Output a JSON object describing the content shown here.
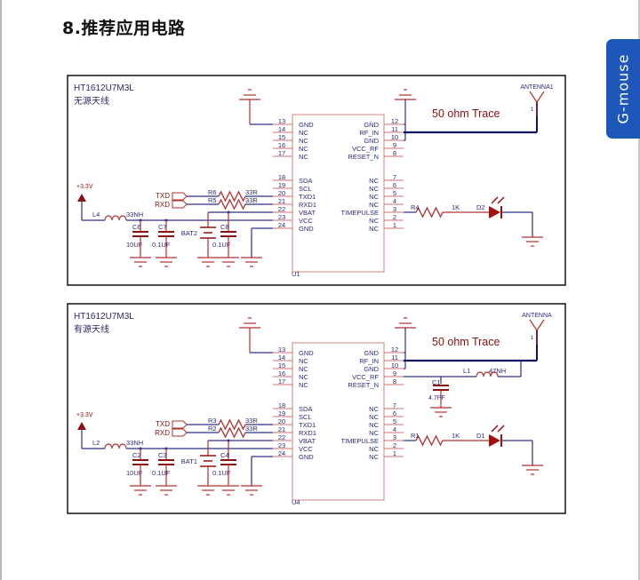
{
  "page": {
    "title": "8.推荐应用电路",
    "side_tab": "G-mouse"
  },
  "schematics": [
    {
      "part": "HT1612U7M3L",
      "subtitle": "无源天线",
      "module_ref": "U1",
      "antenna": "ANTENNA1",
      "trace_label": "50 ohm Trace",
      "left_pins": [
        {
          "num": "13",
          "name": "GND"
        },
        {
          "num": "14",
          "name": "NC"
        },
        {
          "num": "15",
          "name": "NC"
        },
        {
          "num": "16",
          "name": "NC"
        },
        {
          "num": "17",
          "name": "NC"
        },
        {
          "num": "18",
          "name": "SDA"
        },
        {
          "num": "19",
          "name": "SCL"
        },
        {
          "num": "20",
          "name": "TXD1"
        },
        {
          "num": "21",
          "name": "RXD1"
        },
        {
          "num": "22",
          "name": "VBAT"
        },
        {
          "num": "23",
          "name": "VCC"
        },
        {
          "num": "24",
          "name": "GND"
        }
      ],
      "right_pins": [
        {
          "num": "12",
          "name": "GND"
        },
        {
          "num": "11",
          "name": "RF_IN"
        },
        {
          "num": "10",
          "name": "GND"
        },
        {
          "num": "9",
          "name": "VCC_RF"
        },
        {
          "num": "8",
          "name": "RESET_N"
        },
        {
          "num": "7",
          "name": "NC"
        },
        {
          "num": "6",
          "name": "NC"
        },
        {
          "num": "5",
          "name": "NC"
        },
        {
          "num": "4",
          "name": "NC"
        },
        {
          "num": "3",
          "name": "TIMEPULSE"
        },
        {
          "num": "2",
          "name": "NC"
        },
        {
          "num": "1",
          "name": "NC"
        }
      ],
      "power": "+3.3V",
      "inductor": {
        "ref": "L4",
        "value": "33NH"
      },
      "caps": [
        {
          "ref": "C6",
          "value": "10UF"
        },
        {
          "ref": "C7",
          "value": "0.1UF"
        },
        {
          "ref": "C8",
          "value": "0.1UF"
        }
      ],
      "battery": "BAT2",
      "res_tx": {
        "ref": "R6",
        "value": "33R"
      },
      "res_rx": {
        "ref": "R5",
        "value": "33R"
      },
      "txd": "TXD",
      "rxd": "RXD",
      "led_res": {
        "ref": "R4",
        "value": "1K"
      },
      "led": "D2"
    },
    {
      "part": "HT1612U7M3L",
      "subtitle": "有源天线",
      "module_ref": "U4",
      "antenna": "ANTENNA",
      "trace_label": "50 ohm Trace",
      "left_pins": [
        {
          "num": "13",
          "name": "GND"
        },
        {
          "num": "14",
          "name": "NC"
        },
        {
          "num": "15",
          "name": "NC"
        },
        {
          "num": "16",
          "name": "NC"
        },
        {
          "num": "17",
          "name": "NC"
        },
        {
          "num": "18",
          "name": "SDA"
        },
        {
          "num": "19",
          "name": "SCL"
        },
        {
          "num": "20",
          "name": "TXD1"
        },
        {
          "num": "21",
          "name": "RXD1"
        },
        {
          "num": "22",
          "name": "VBAT"
        },
        {
          "num": "23",
          "name": "VCC"
        },
        {
          "num": "24",
          "name": "GND"
        }
      ],
      "right_pins": [
        {
          "num": "12",
          "name": "GND"
        },
        {
          "num": "11",
          "name": "RF_IN"
        },
        {
          "num": "10",
          "name": "GND"
        },
        {
          "num": "9",
          "name": "VCC_RF"
        },
        {
          "num": "8",
          "name": "RESET_N"
        },
        {
          "num": "7",
          "name": "NC"
        },
        {
          "num": "6",
          "name": "NC"
        },
        {
          "num": "5",
          "name": "NC"
        },
        {
          "num": "4",
          "name": "NC"
        },
        {
          "num": "3",
          "name": "TIMEPULSE"
        },
        {
          "num": "2",
          "name": "NC"
        },
        {
          "num": "1",
          "name": "NC"
        }
      ],
      "power": "+3.3V",
      "inductor": {
        "ref": "L2",
        "value": "33NH"
      },
      "caps": [
        {
          "ref": "C2",
          "value": "10UF"
        },
        {
          "ref": "C3",
          "value": "0.1UF"
        },
        {
          "ref": "C4",
          "value": "0.1UF"
        }
      ],
      "battery": "BAT1",
      "res_tx": {
        "ref": "R3",
        "value": "33R"
      },
      "res_rx": {
        "ref": "R2",
        "value": "33R"
      },
      "txd": "TXD",
      "rxd": "RXD",
      "led_res": {
        "ref": "R1",
        "value": "1K"
      },
      "led": "D1",
      "rf_inductor": {
        "ref": "L1",
        "value": "47NH"
      },
      "rf_cap": {
        "ref": "C1",
        "value": "4.7PF"
      }
    }
  ]
}
